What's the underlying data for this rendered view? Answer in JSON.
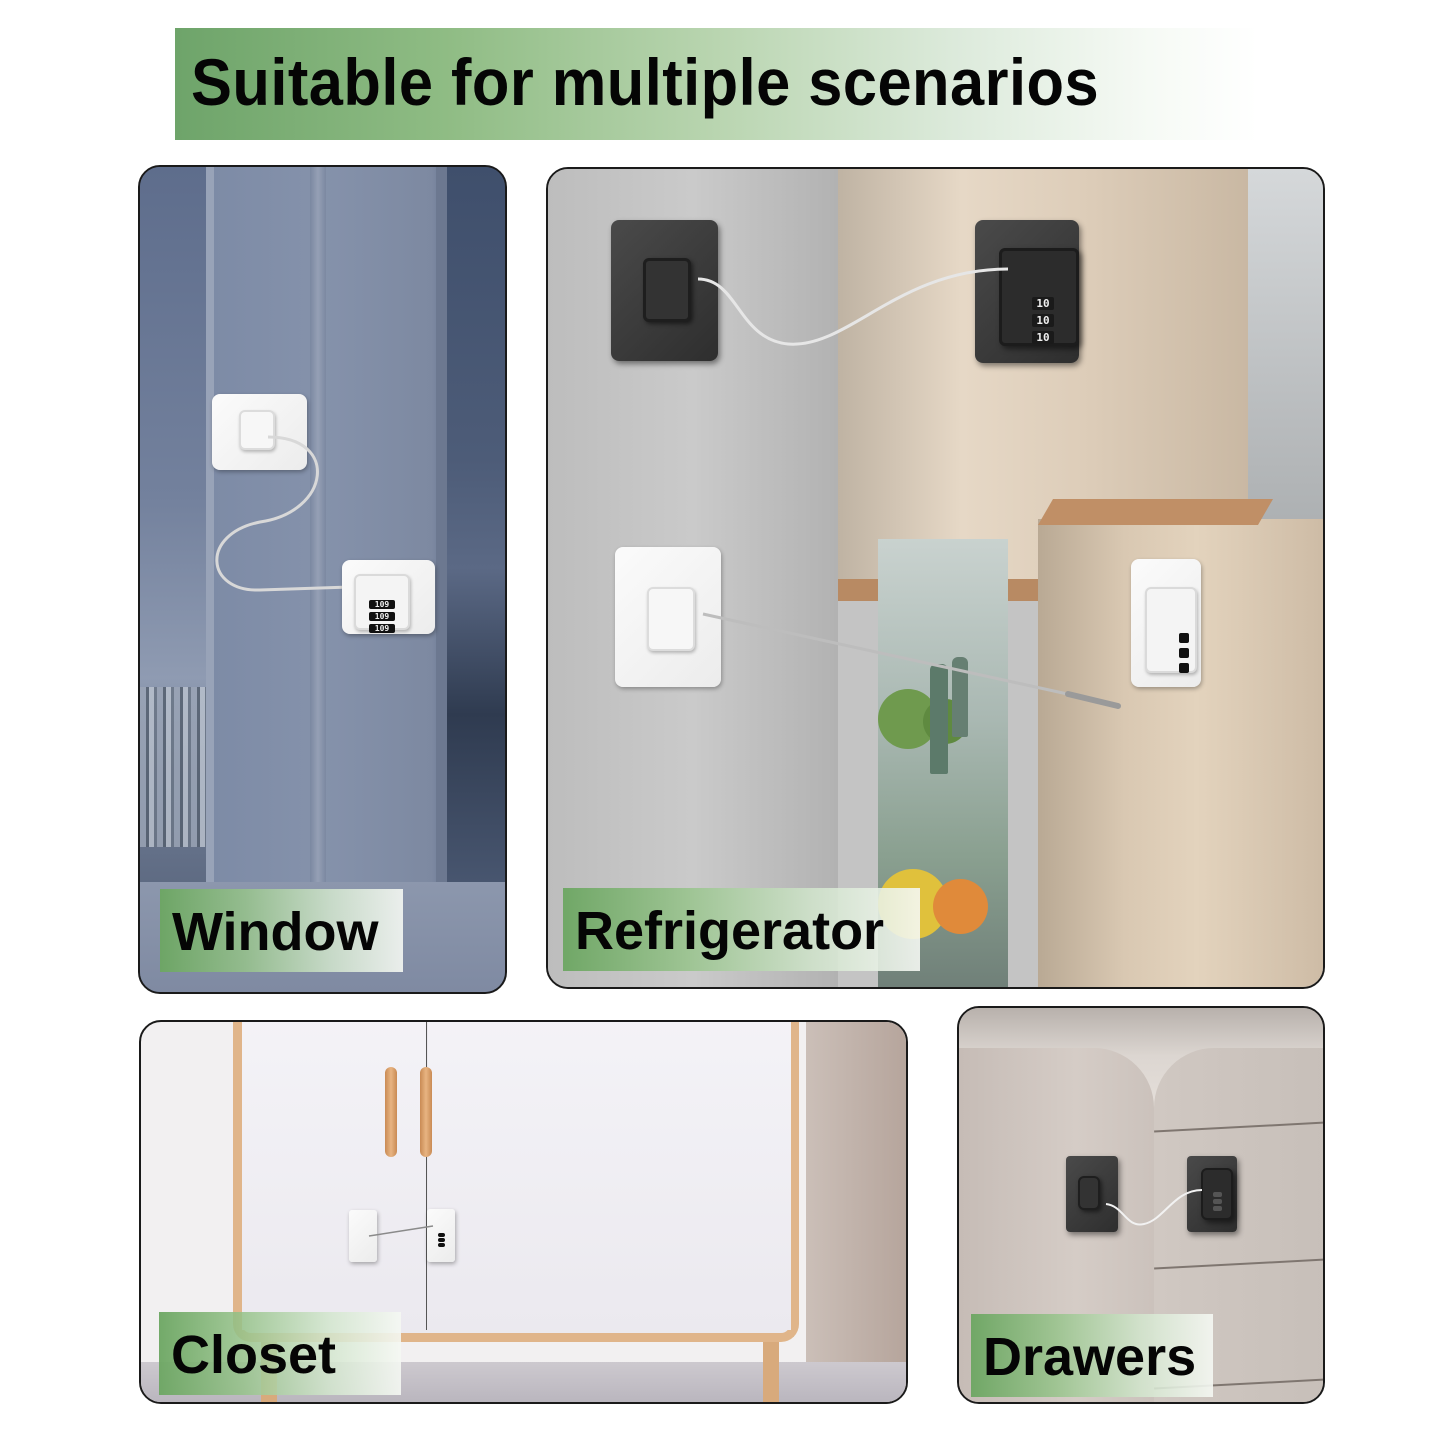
{
  "banner": {
    "title": "Suitable for multiple scenarios",
    "gradient_start": "#6ea46a",
    "gradient_end": "#ffffff"
  },
  "panels": [
    {
      "id": "window",
      "label": "Window",
      "lock_color": "white",
      "dial_digits": [
        "109",
        "109",
        "109"
      ]
    },
    {
      "id": "refrigerator",
      "label": "Refrigerator",
      "lock_colors": [
        "black",
        "white"
      ],
      "dial_digits": [
        "10",
        "10",
        "10"
      ]
    },
    {
      "id": "closet",
      "label": "Closet",
      "lock_color": "white"
    },
    {
      "id": "drawers",
      "label": "Drawers",
      "lock_color": "black"
    }
  ],
  "colors": {
    "label_green": "#6ca662",
    "panel_border": "#1a1a1a"
  }
}
